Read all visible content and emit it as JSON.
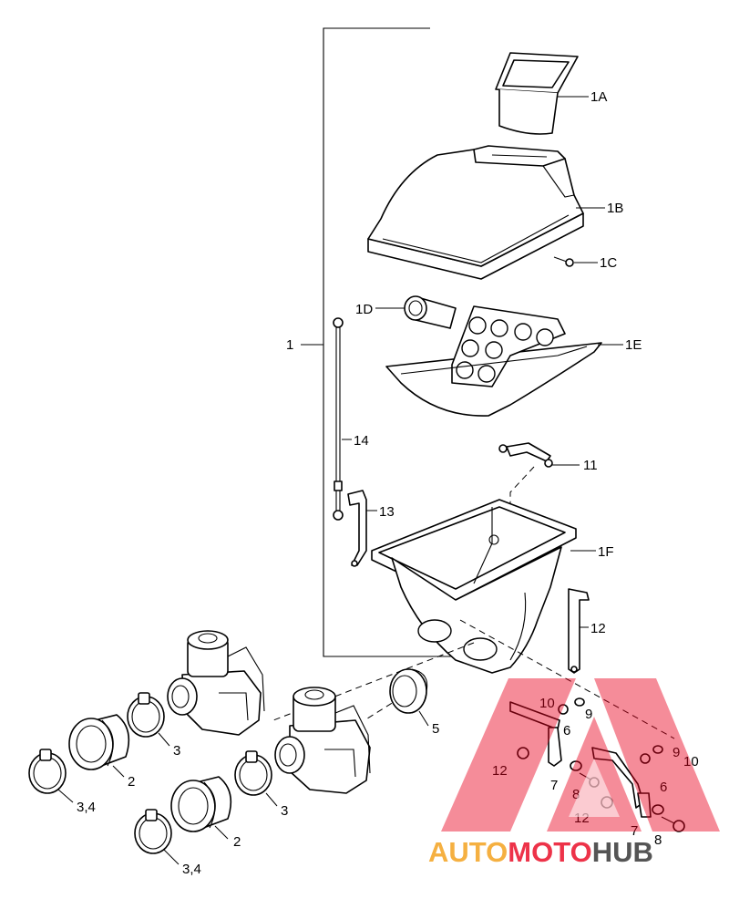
{
  "labels": {
    "1": "1",
    "1A": "1A",
    "1B": "1B",
    "1C": "1C",
    "1D": "1D",
    "1E": "1E",
    "1F": "1F",
    "2a": "2",
    "2b": "2",
    "3a": "3",
    "3b": "3",
    "34a": "3,4",
    "34b": "3,4",
    "5": "5",
    "6a": "6",
    "6b": "6",
    "7a": "7",
    "7b": "7",
    "8a": "8",
    "8b": "8",
    "9a": "9",
    "9b": "9",
    "10a": "10",
    "10b": "10",
    "11": "11",
    "12a": "12",
    "12b": "12",
    "12c": "12",
    "13": "13",
    "14": "14"
  },
  "watermark": {
    "part1": "AUTO",
    "part2": "MOTO",
    "part3": "HUB",
    "colors": {
      "auto": "#f5b041",
      "moto": "#e8001c",
      "hub": "#555555"
    }
  }
}
